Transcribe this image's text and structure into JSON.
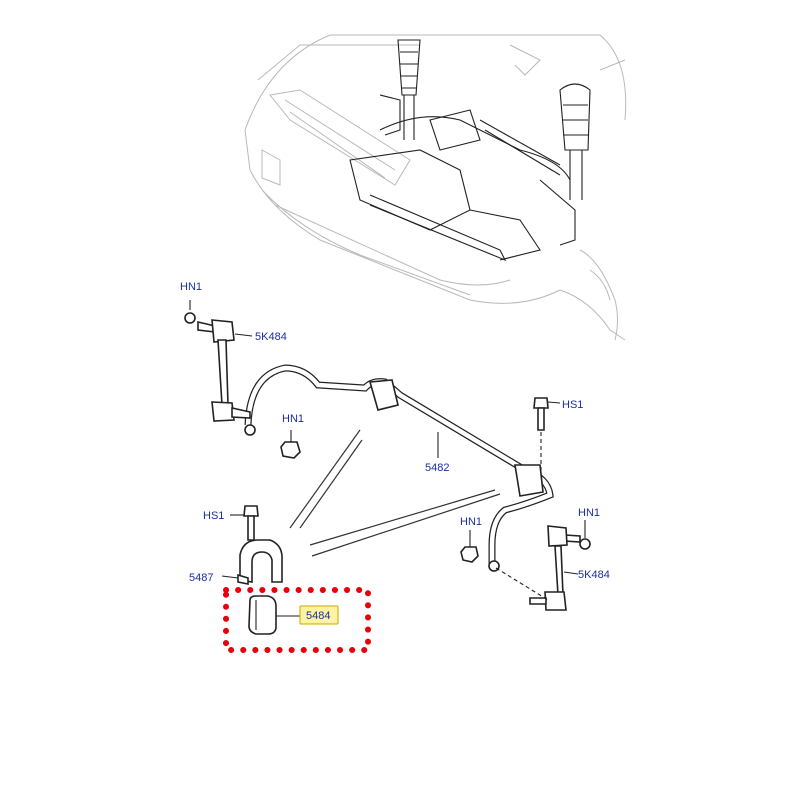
{
  "labels": {
    "hn1_top_left": "HN1",
    "sk484_left": "5K484",
    "hn1_mid_left": "HN1",
    "hs1_right": "HS1",
    "bar_5482": "5482",
    "hs1_left": "HS1",
    "hn1_right_mid": "HN1",
    "hn1_right": "HN1",
    "bracket_5487": "5487",
    "sk484_right": "5K484",
    "bushing_5484": "5484"
  },
  "colors": {
    "label_text": "#1a2fa0",
    "highlight_border": "#e8000b",
    "highlight_fill": "#fdf3a0",
    "line_art": "#222222",
    "vehicle_outline": "#b9b9b9"
  }
}
